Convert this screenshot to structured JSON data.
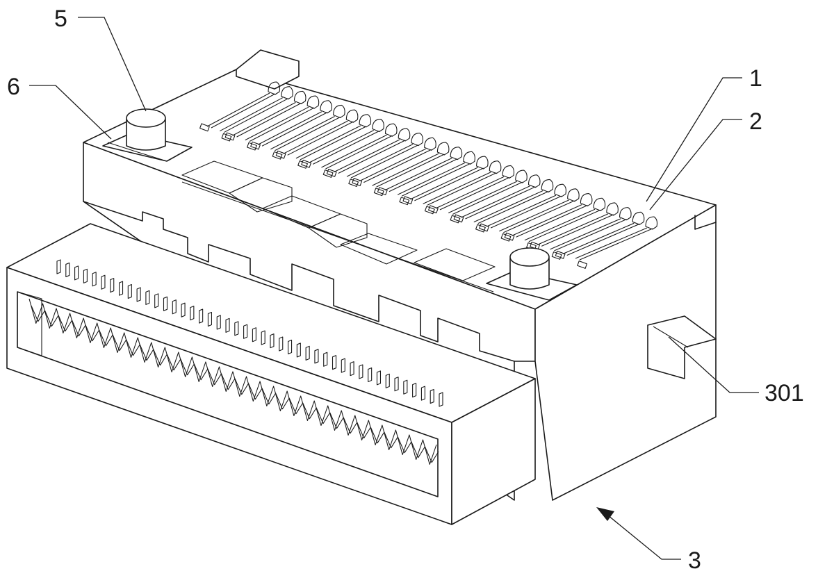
{
  "labels": {
    "l1": "1",
    "l2": "2",
    "l3": "3",
    "l5": "5",
    "l6": "6",
    "l301": "301"
  }
}
